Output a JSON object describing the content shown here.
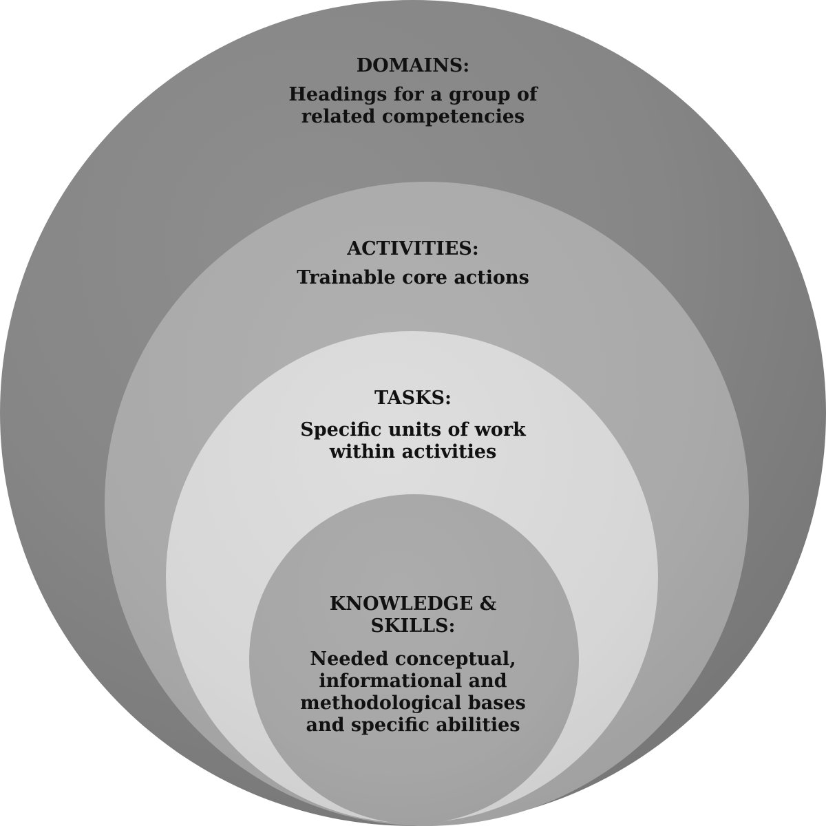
{
  "diagram": {
    "layers": [
      {
        "id": "domains",
        "title": "DOMAINS:",
        "description": "Headings for a group of related competencies",
        "color": "#868686"
      },
      {
        "id": "activities",
        "title": "ACTIVITIES:",
        "description": "Trainable core actions",
        "color": "#a9a9a9"
      },
      {
        "id": "tasks",
        "title": "TASKS:",
        "description": "Specific units of work within activities",
        "color": "#d6d6d6"
      },
      {
        "id": "knowledge_skills",
        "title": "KNOWLEDGE & SKILLS:",
        "description": "Needed conceptual, informational and methodological bases and specific abilities",
        "color": "#a6a6a6"
      }
    ]
  }
}
